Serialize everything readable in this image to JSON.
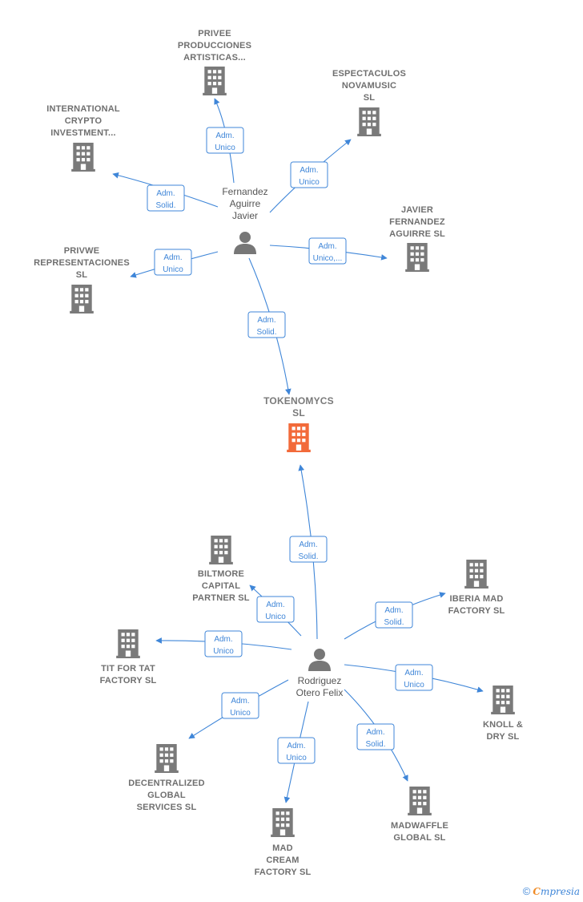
{
  "colors": {
    "edge": "#3f86d8",
    "company": "#7a7a7a",
    "focus": "#f26a3a",
    "person": "#777777"
  },
  "nodes": {
    "privee": {
      "lines": [
        "PRIVEE",
        "PRODUCCIONES",
        "ARTISTICAS..."
      ],
      "icon": "building-icon"
    },
    "espectaculos": {
      "lines": [
        "ESPECTACULOS",
        "NOVAMUSIC",
        "SL"
      ],
      "icon": "building-icon"
    },
    "international": {
      "lines": [
        "INTERNATIONAL",
        "CRYPTO",
        "INVESTMENT..."
      ],
      "icon": "building-icon"
    },
    "javier_sl": {
      "lines": [
        "JAVIER",
        "FERNANDEZ",
        "AGUIRRE SL"
      ],
      "icon": "building-icon"
    },
    "privwe": {
      "lines": [
        "PRIVWE",
        "REPRESENTACIONES",
        "SL"
      ],
      "icon": "building-icon"
    },
    "tokenomycs": {
      "lines": [
        "TOKENOMYCS",
        "SL"
      ],
      "icon": "building-icon"
    },
    "biltmore": {
      "lines": [
        "BILTMORE",
        "CAPITAL",
        "PARTNER SL"
      ],
      "icon": "building-icon"
    },
    "iberia": {
      "lines": [
        "IBERIA MAD",
        "FACTORY SL"
      ],
      "icon": "building-icon"
    },
    "titfortat": {
      "lines": [
        "TIT FOR TAT",
        "FACTORY SL"
      ],
      "icon": "building-icon"
    },
    "knoll": {
      "lines": [
        "KNOLL &",
        "DRY SL"
      ],
      "icon": "building-icon"
    },
    "decentralized": {
      "lines": [
        "DECENTRALIZED",
        "GLOBAL",
        "SERVICES SL"
      ],
      "icon": "building-icon"
    },
    "madwaffle": {
      "lines": [
        "MADWAFFLE",
        "GLOBAL SL"
      ],
      "icon": "building-icon"
    },
    "madcream": {
      "lines": [
        "MAD",
        "CREAM",
        "FACTORY SL"
      ],
      "icon": "building-icon"
    }
  },
  "persons": {
    "fernandez": {
      "lines": [
        "Fernandez",
        "Aguirre",
        "Javier"
      ],
      "icon": "person-icon"
    },
    "rodriguez": {
      "lines": [
        "Rodriguez",
        "Otero Felix"
      ],
      "icon": "person-icon"
    }
  },
  "edges": [
    {
      "id": "f-privee",
      "from": "fernandez",
      "to": "privee",
      "label": [
        "Adm.",
        "Unico"
      ]
    },
    {
      "id": "f-espectaculos",
      "from": "fernandez",
      "to": "espectaculos",
      "label": [
        "Adm.",
        "Unico"
      ]
    },
    {
      "id": "f-international",
      "from": "fernandez",
      "to": "international",
      "label": [
        "Adm.",
        "Solid."
      ]
    },
    {
      "id": "f-javier",
      "from": "fernandez",
      "to": "javier_sl",
      "label": [
        "Adm.",
        "Unico,..."
      ]
    },
    {
      "id": "f-privwe",
      "from": "fernandez",
      "to": "privwe",
      "label": [
        "Adm.",
        "Unico"
      ]
    },
    {
      "id": "f-tokenomycs",
      "from": "fernandez",
      "to": "tokenomycs",
      "label": [
        "Adm.",
        "Solid."
      ]
    },
    {
      "id": "r-tokenomycs",
      "from": "rodriguez",
      "to": "tokenomycs",
      "label": [
        "Adm.",
        "Solid."
      ]
    },
    {
      "id": "r-biltmore",
      "from": "rodriguez",
      "to": "biltmore",
      "label": [
        "Adm.",
        "Unico"
      ]
    },
    {
      "id": "r-iberia",
      "from": "rodriguez",
      "to": "iberia",
      "label": [
        "Adm.",
        "Solid."
      ]
    },
    {
      "id": "r-titfortat",
      "from": "rodriguez",
      "to": "titfortat",
      "label": [
        "Adm.",
        "Unico"
      ]
    },
    {
      "id": "r-knoll",
      "from": "rodriguez",
      "to": "knoll",
      "label": [
        "Adm.",
        "Unico"
      ]
    },
    {
      "id": "r-decentralized",
      "from": "rodriguez",
      "to": "decentralized",
      "label": [
        "Adm.",
        "Unico"
      ]
    },
    {
      "id": "r-madwaffle",
      "from": "rodriguez",
      "to": "madwaffle",
      "label": [
        "Adm.",
        "Solid."
      ]
    },
    {
      "id": "r-madcream",
      "from": "rodriguez",
      "to": "madcream",
      "label": [
        "Adm.",
        "Unico"
      ]
    }
  ],
  "footer": {
    "copyright": "©",
    "brand_initial": "C",
    "brand_rest": "mpresia"
  }
}
